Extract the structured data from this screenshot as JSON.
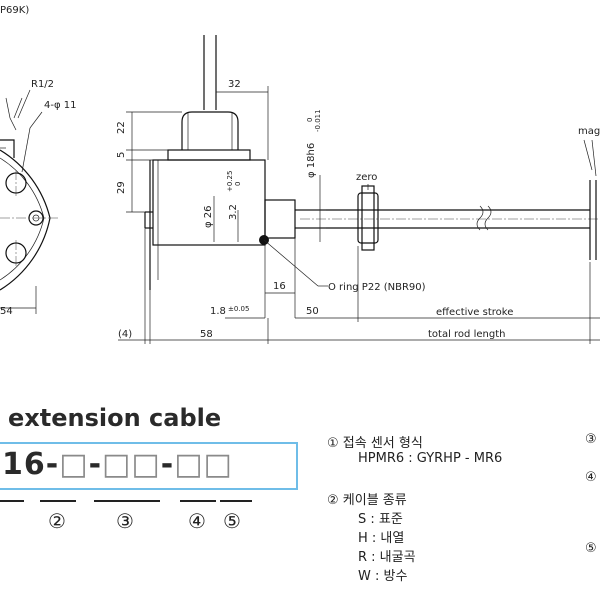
{
  "drawing": {
    "top_label": "P69K)",
    "dim_r12": "R1/2",
    "dim_4phi11": "4-φ 11",
    "dim_32": "32",
    "dim_22": "22",
    "dim_5": "5",
    "dim_29": "29",
    "dim_phi26": "φ 26",
    "dim_32_tol": "3.2",
    "tol_32_upper": "+0.25",
    "tol_32_lower": "0",
    "dim_phi18": "φ 18h6",
    "tol_18_upper": "0",
    "tol_18_lower": "-0.011",
    "label_zero": "zero",
    "label_mag": "mag",
    "label_oring": "O ring P22 (NBR90)",
    "dim_16": "16",
    "dim_50": "50",
    "label_effective": "effective stroke",
    "dim_18": "1.8",
    "tol_18": "±0.05",
    "dim_54": "54",
    "dim_4": "(4)",
    "dim_58": "58",
    "label_total": "total rod length"
  },
  "cable": {
    "title": "extension cable",
    "code_prefix": "16-",
    "code_box": "□",
    "code_dash": "-",
    "circles": [
      "②",
      "③",
      "④",
      "⑤"
    ]
  },
  "notes": {
    "n1_head": "① 접속 센서 형식",
    "n1_val": "HPMR6 : GYRHP - MR6",
    "n2_head": "② 케이블 종류",
    "n2_s": "S  : 표준",
    "n2_h": "H  : 내열",
    "n2_r": "R  : 내굴곡",
    "n2_w": "W  : 방수",
    "edge3": "③",
    "edge4": "④",
    "edge5": "⑤"
  }
}
